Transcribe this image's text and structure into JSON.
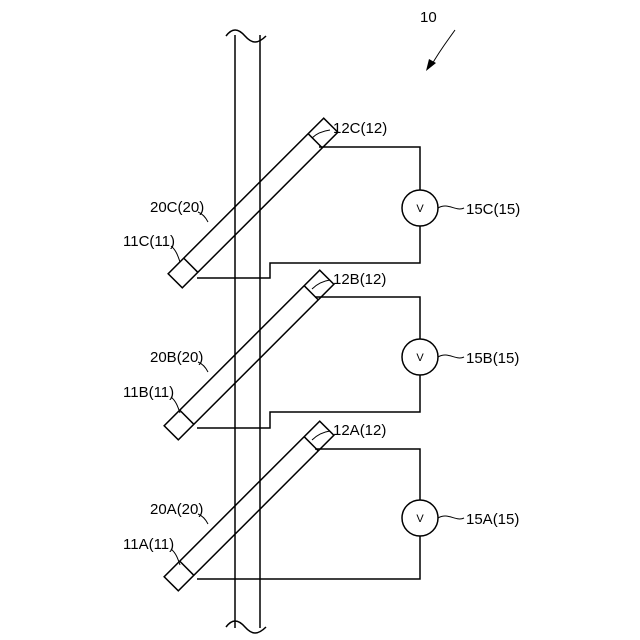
{
  "figure_ref": "10",
  "sensors": [
    {
      "id": "C",
      "sensor_label": "20C(20)",
      "end_low_label": "11C(11)",
      "end_high_label": "12C(12)",
      "meter_label": "15C(15)",
      "meter_symbol": "V"
    },
    {
      "id": "B",
      "sensor_label": "20B(20)",
      "end_low_label": "11B(11)",
      "end_high_label": "12B(12)",
      "meter_label": "15B(15)",
      "meter_symbol": "V"
    },
    {
      "id": "A",
      "sensor_label": "20A(20)",
      "end_low_label": "11A(11)",
      "end_high_label": "12A(12)",
      "meter_label": "15A(15)",
      "meter_symbol": "V"
    }
  ]
}
